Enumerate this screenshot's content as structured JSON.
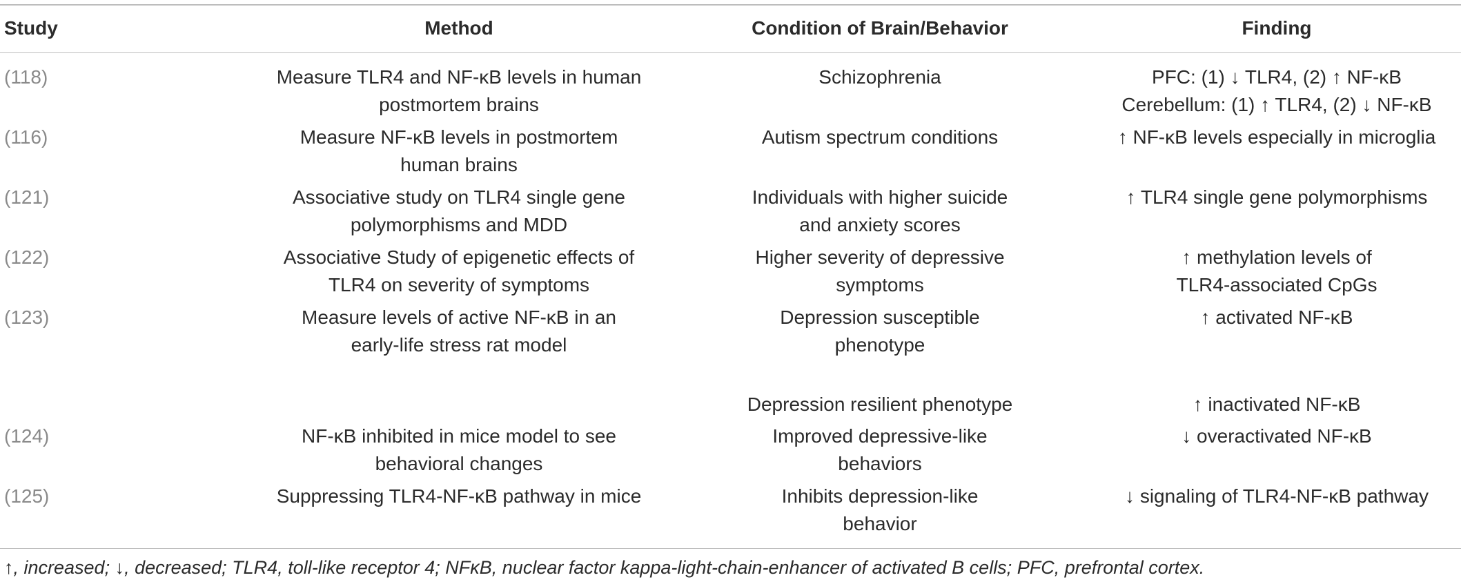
{
  "headers": {
    "study": "Study",
    "method": "Method",
    "condition": "Condition of Brain/Behavior",
    "finding": "Finding"
  },
  "rows": [
    {
      "study": "(118)",
      "method": [
        "Measure TLR4 and NF-κB levels in human",
        "postmortem brains"
      ],
      "condition": [
        "Schizophrenia"
      ],
      "finding": [
        "PFC: (1) ↓ TLR4, (2) ↑ NF-κB",
        "Cerebellum: (1) ↑ TLR4, (2) ↓ NF-κB"
      ]
    },
    {
      "study": "(116)",
      "method": [
        "Measure NF-κB levels in postmortem",
        "human brains"
      ],
      "condition": [
        "Autism spectrum conditions"
      ],
      "finding": [
        "↑ NF-κB levels especially in microglia"
      ]
    },
    {
      "study": "(121)",
      "method": [
        "Associative study on TLR4 single gene",
        "polymorphisms and MDD"
      ],
      "condition": [
        "Individuals with higher suicide",
        "and anxiety scores"
      ],
      "finding": [
        "↑ TLR4 single gene polymorphisms"
      ]
    },
    {
      "study": "(122)",
      "method": [
        "Associative Study of epigenetic effects of",
        "TLR4 on severity of symptoms"
      ],
      "condition": [
        "Higher severity of depressive",
        "symptoms"
      ],
      "finding": [
        "↑ methylation levels of",
        "TLR4-associated CpGs"
      ]
    },
    {
      "study": "(123)",
      "method": [
        "Measure levels of active NF-κB in an",
        "early-life stress rat model"
      ],
      "condition": [
        "Depression susceptible",
        "phenotype"
      ],
      "finding": [
        "↑ activated NF-κB"
      ]
    },
    {
      "study": "",
      "method": [],
      "condition": [
        "Depression resilient phenotype"
      ],
      "finding": [
        "↑ inactivated NF-κB"
      ]
    },
    {
      "study": "(124)",
      "method": [
        "NF-κB inhibited in mice model to see",
        "behavioral changes"
      ],
      "condition": [
        "Improved depressive-like",
        "behaviors"
      ],
      "finding": [
        "↓ overactivated NF-κB"
      ]
    },
    {
      "study": "(125)",
      "method": [
        "Suppressing TLR4-NF-κB pathway in mice"
      ],
      "condition": [
        "Inhibits depression-like",
        "behavior"
      ],
      "finding": [
        "↓ signaling of TLR4-NF-κB pathway"
      ]
    }
  ],
  "footnote": "↑, increased; ↓, decreased; TLR4, toll-like receptor 4; NFκB, nuclear factor kappa-light-chain-enhancer of activated B cells; PFC, prefrontal cortex."
}
